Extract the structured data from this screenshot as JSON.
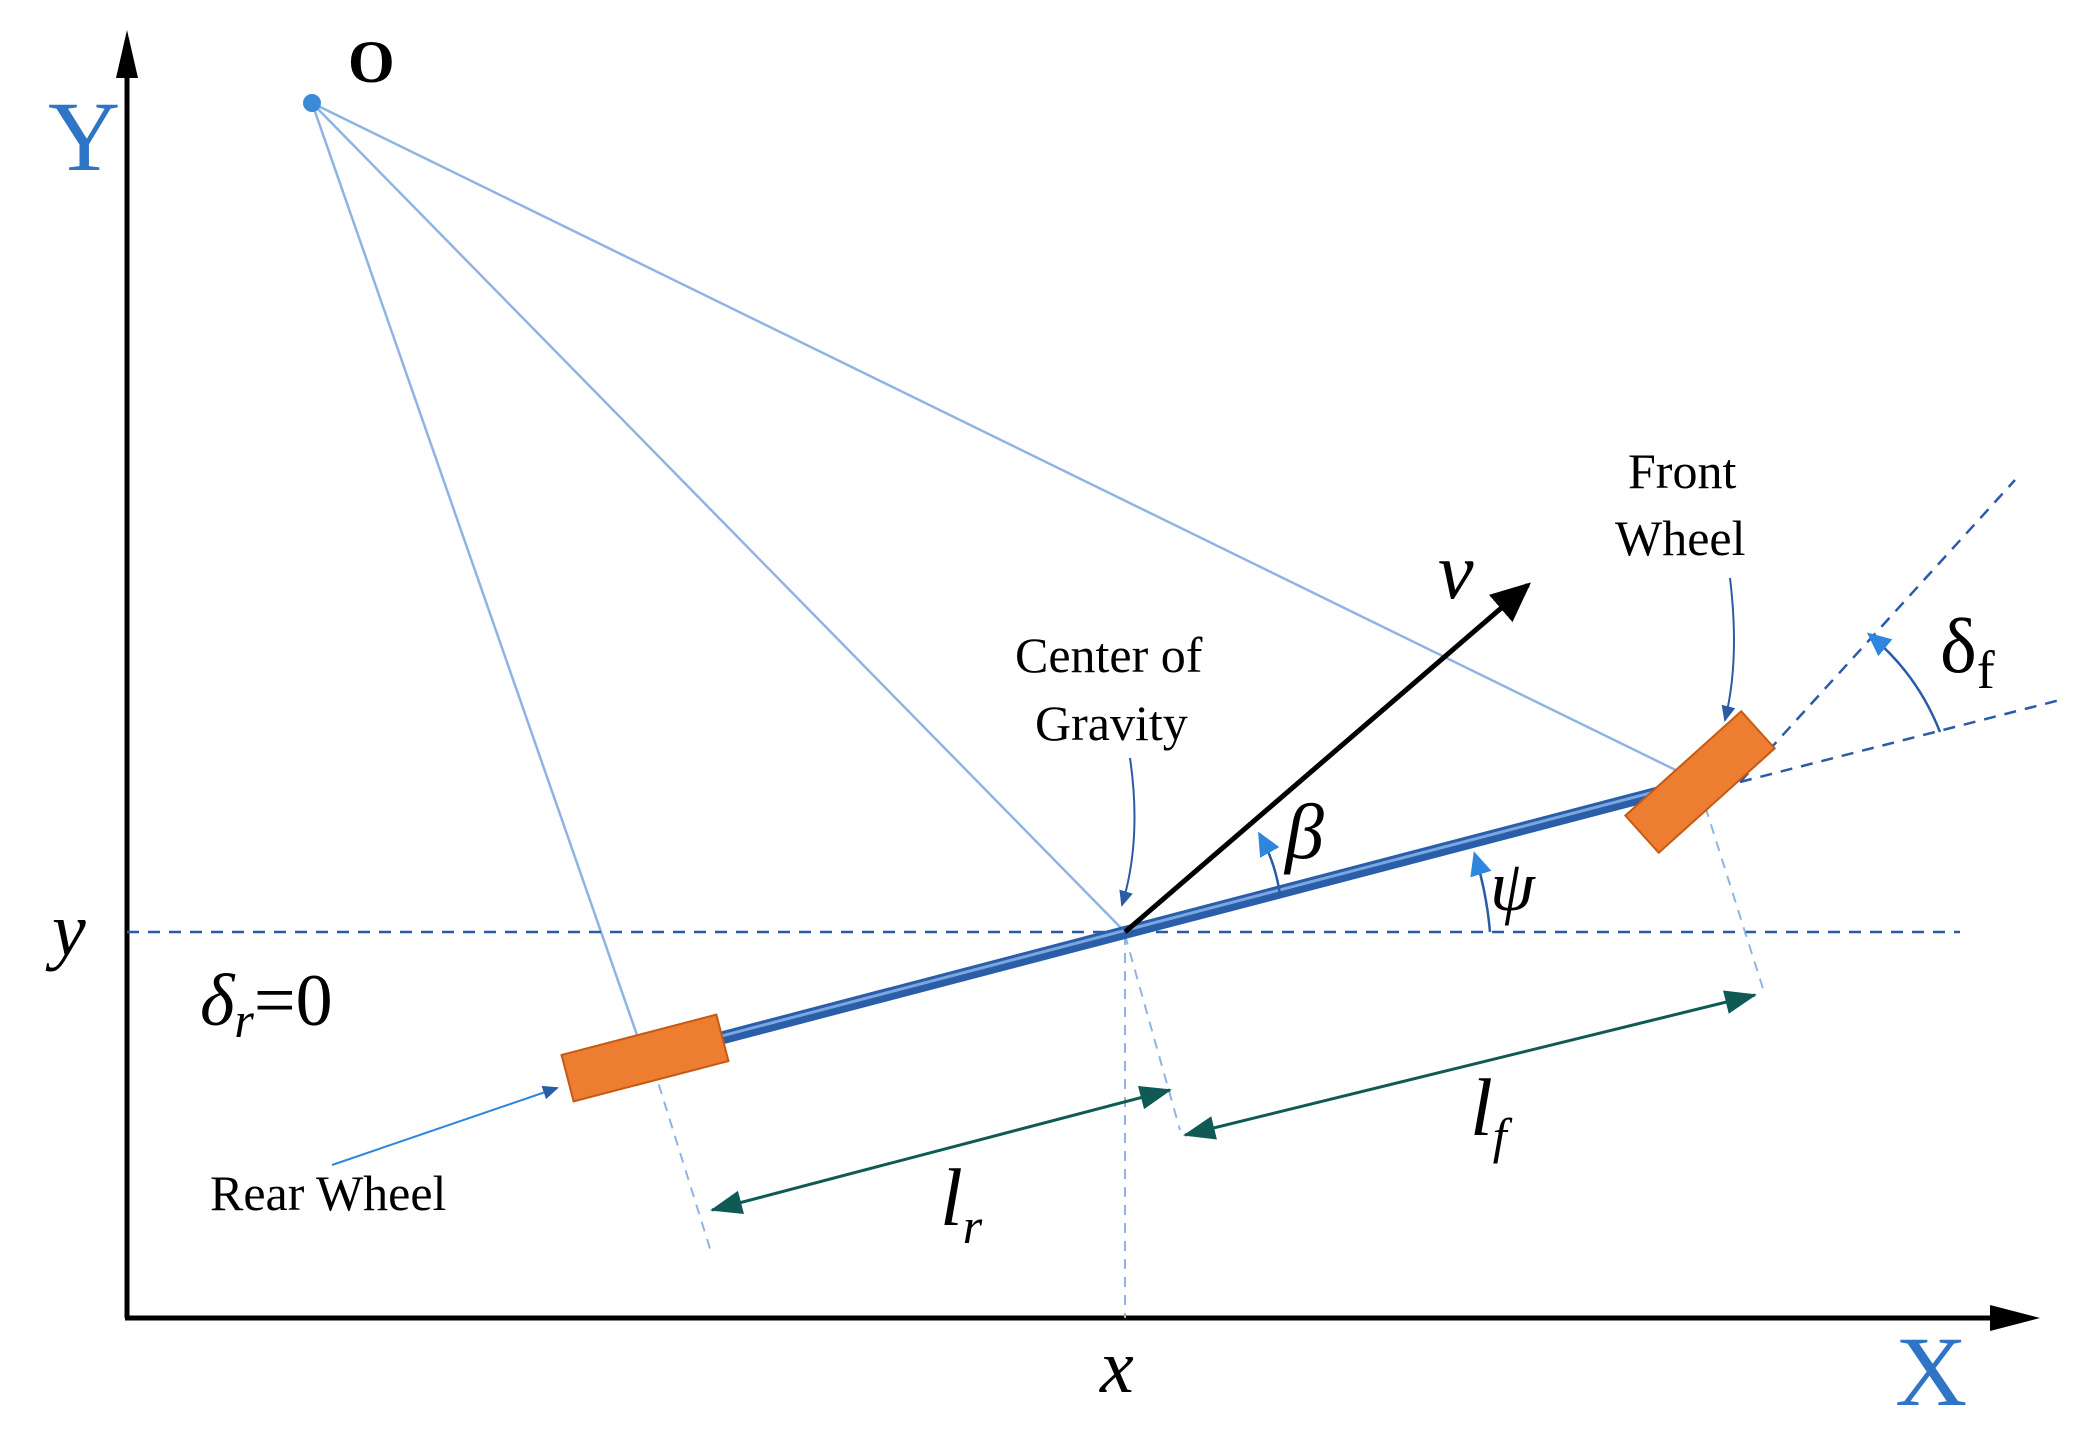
{
  "labels": {
    "axis_y": "Y",
    "axis_x": "X",
    "origin": "O",
    "coord_y": "y",
    "coord_x": "x",
    "delta_r_sym": "δ",
    "delta_r_sub": "r",
    "delta_r_val": "=0",
    "delta_f_sym": "δ",
    "delta_f_sub": "f",
    "velocity": "v",
    "beta": "β",
    "psi": "ψ",
    "l_r_sym": "l",
    "l_r_sub": "r",
    "l_f_sym": "l",
    "l_f_sub": "f",
    "front_wheel_line1": "Front",
    "front_wheel_line2": "Wheel",
    "cog_line1": "Center of",
    "cog_line2": "Gravity",
    "rear_wheel": "Rear Wheel"
  },
  "colors": {
    "axis": "#000000",
    "axis_label": "#2e75c6",
    "construction_line": "#8fb4e3",
    "dashed_line": "#2a5ba6",
    "chassis": "#2b5ea8",
    "wheel_fill": "#ed7d31",
    "wheel_stroke": "#c65a14",
    "dimension_arrow": "#0f5a55",
    "angle_arrow": "#2e86de",
    "velocity": "#000000"
  }
}
